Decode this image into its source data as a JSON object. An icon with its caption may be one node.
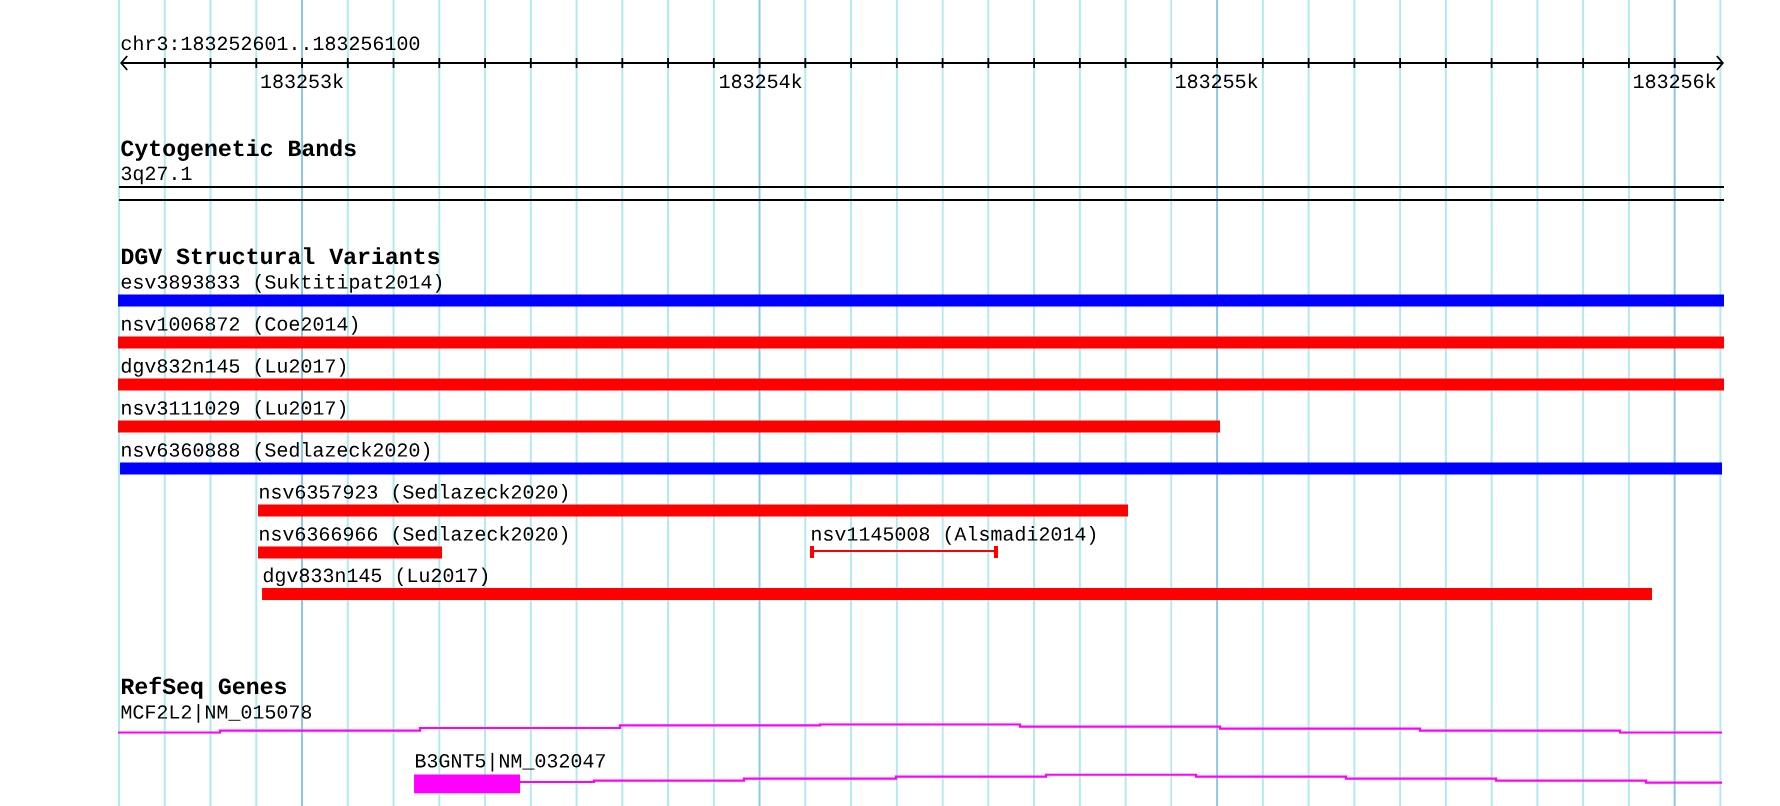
{
  "diagram": {
    "nodes": [
      {
        "text": [
          "3q27.1"
        ]
      },
      {
        "text": [
          "esv3893833 (Suktitipat2014)"
        ]
      },
      {
        "text": [
          "nsv1006872 (Coe2014)"
        ]
      },
      {
        "text": [
          "dgv832n145 (Lu2017)"
        ]
      },
      {
        "text": [
          "nsv3111029 (Lu2017)"
        ]
      },
      {
        "text": [
          "nsv6360888 (Sedlazeck2020)"
        ]
      },
      {
        "text": [
          "nsv6357923 (Sedlazeck2020)"
        ]
      },
      {
        "text": [
          "nsv6366966 (Sedlazeck2020)"
        ]
      },
      {
        "text": [
          "nsv1145008 (Alsmadi2014)"
        ]
      },
      {
        "text": [
          "dgv833n145 (Lu2017)"
        ]
      },
      {
        "text": [
          "MCF2L2|NM_015078"
        ]
      },
      {
        "text": [
          "B3GNT5|NM_032047"
        ]
      }
    ],
    "labels": [
      "chr3:183252601..183256100",
      "183253k",
      "183254k",
      "183255k",
      "183256k",
      "Cytogenetic Bands",
      "DGV Structural Variants",
      "RefSeq Genes"
    ]
  }
}
